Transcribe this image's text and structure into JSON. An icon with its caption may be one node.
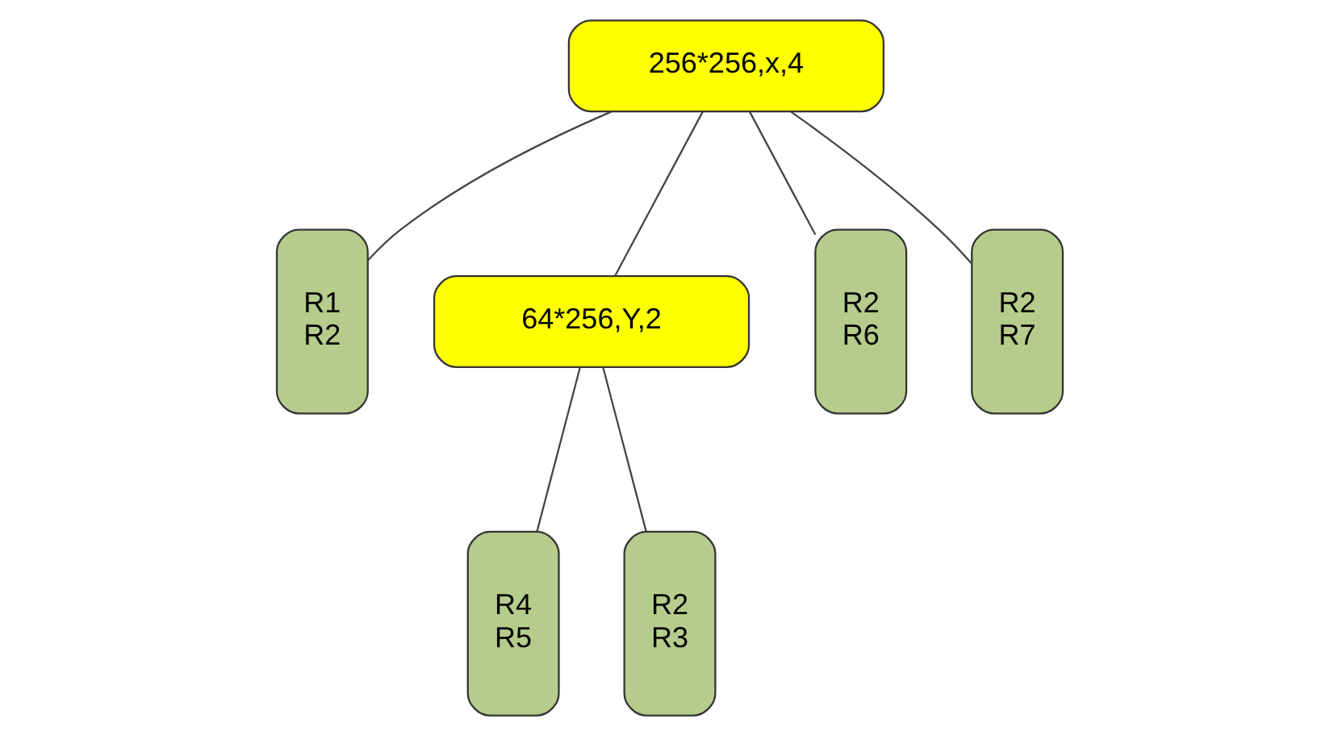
{
  "diagram": {
    "nodes": [
      {
        "text": [
          "256*256,x,4"
        ]
      },
      {
        "text": [
          "R1",
          "R2"
        ]
      },
      {
        "text": [
          "64*256,Y,2"
        ]
      },
      {
        "text": [
          "R2",
          "R6"
        ]
      },
      {
        "text": [
          "R2",
          "R7"
        ]
      },
      {
        "text": [
          "R4",
          "R5"
        ]
      },
      {
        "text": [
          "R2",
          "R3"
        ]
      }
    ],
    "edges": [
      {
        "from": 0,
        "to": 1,
        "arrow": "none"
      },
      {
        "from": 0,
        "to": 2,
        "arrow": "none"
      },
      {
        "from": 0,
        "to": 3,
        "arrow": "none"
      },
      {
        "from": 0,
        "to": 4,
        "arrow": "none"
      },
      {
        "from": 2,
        "to": 5,
        "arrow": "none"
      },
      {
        "from": 2,
        "to": 6,
        "arrow": "none"
      }
    ]
  }
}
